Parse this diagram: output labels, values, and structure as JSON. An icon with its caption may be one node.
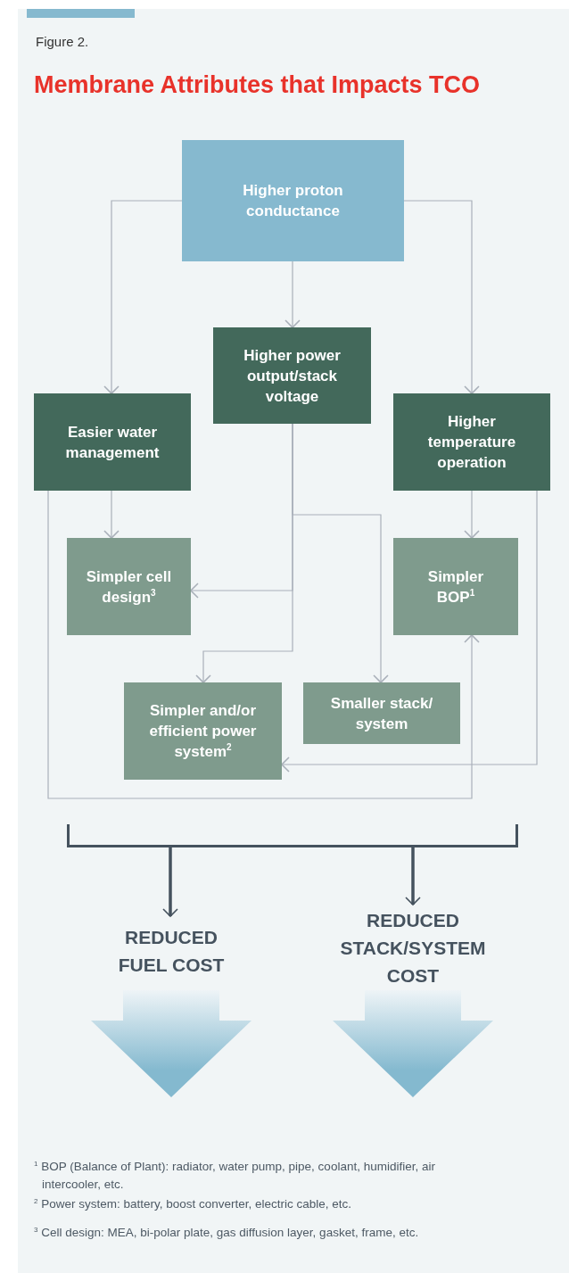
{
  "diagram": {
    "title": "Membrane Attributes that Impacts TCO",
    "nodes": [
      {
        "text": [
          "Higher proton conductance"
        ]
      },
      {
        "text": [
          "Easier water management"
        ]
      },
      {
        "text": [
          "Higher power output/stack voltage"
        ]
      },
      {
        "text": [
          "Higher temperature operation"
        ]
      },
      {
        "text": [
          "Simpler cell design$^{3}$"
        ]
      },
      {
        "text": [
          "Simpler BOP$^{1}$"
        ]
      },
      {
        "text": [
          "Simpler and/or efficient power system$^{2}$"
        ]
      },
      {
        "text": [
          "Smaller stack/ system"
        ]
      },
      {
        "text": [
          "REDUCED FUEL COST"
        ]
      },
      {
        "text": [
          "REDUCED STACK/SYSTEM COST"
        ]
      },
      {
        "text": [],
        "shape": "bracket"
      }
    ],
    "edges": [
      {
        "from": 0,
        "to": 1,
        "arrow": "to"
      },
      {
        "from": 0,
        "to": 2,
        "arrow": "to"
      },
      {
        "from": 0,
        "to": 3,
        "arrow": "to"
      },
      {
        "from": 1,
        "to": 4,
        "arrow": "to"
      },
      {
        "from": 2,
        "to": 4,
        "arrow": "to"
      },
      {
        "from": 2,
        "to": 6,
        "arrow": "to"
      },
      {
        "from": 2,
        "to": 7,
        "arrow": "to"
      },
      {
        "from": 3,
        "to": 5,
        "arrow": "to"
      },
      {
        "from": 3,
        "to": 6,
        "arrow": "to"
      },
      {
        "from": 1,
        "to": 5,
        "arrow": "to"
      },
      {
        "from": 10,
        "to": 8,
        "arrow": "to",
        "style": "thick",
        "color": "#45525e"
      },
      {
        "from": 10,
        "to": 9,
        "arrow": "to",
        "style": "thick",
        "color": "#45525e"
      }
    ],
    "labels": [
      "Figure 2.",
      "$^{1}$ BOP (Balance of Plant): radiator, water pump, pipe, coolant, humidifier, air intercooler, etc.",
      "$^{2}$ Power system: battery, boost converter, electric cable, etc.",
      "$^{3}$ Cell design: MEA, bi-polar plate, gas diffusion layer, gasket, frame, etc."
    ]
  }
}
